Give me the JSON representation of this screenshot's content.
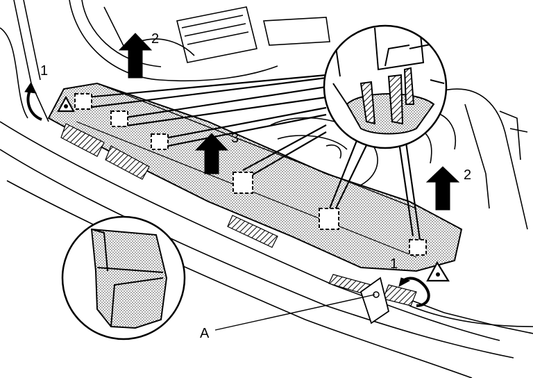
{
  "labels": {
    "step1_left": "1",
    "step1_right": "1",
    "step2_top": "2",
    "step2_right": "2",
    "step3": "3",
    "part_a": "A"
  },
  "colors": {
    "line": "#000000",
    "background": "#ffffff",
    "panel_dots": "#8c8c8c",
    "arrow_fill": "#000000"
  },
  "icons": {
    "clip_marker": "dashed-square-clip-icon",
    "claw_marker": "triangle-claw-icon",
    "lift_arrow": "up-arrow-icon",
    "pry_arrow": "curved-arrow-icon"
  }
}
